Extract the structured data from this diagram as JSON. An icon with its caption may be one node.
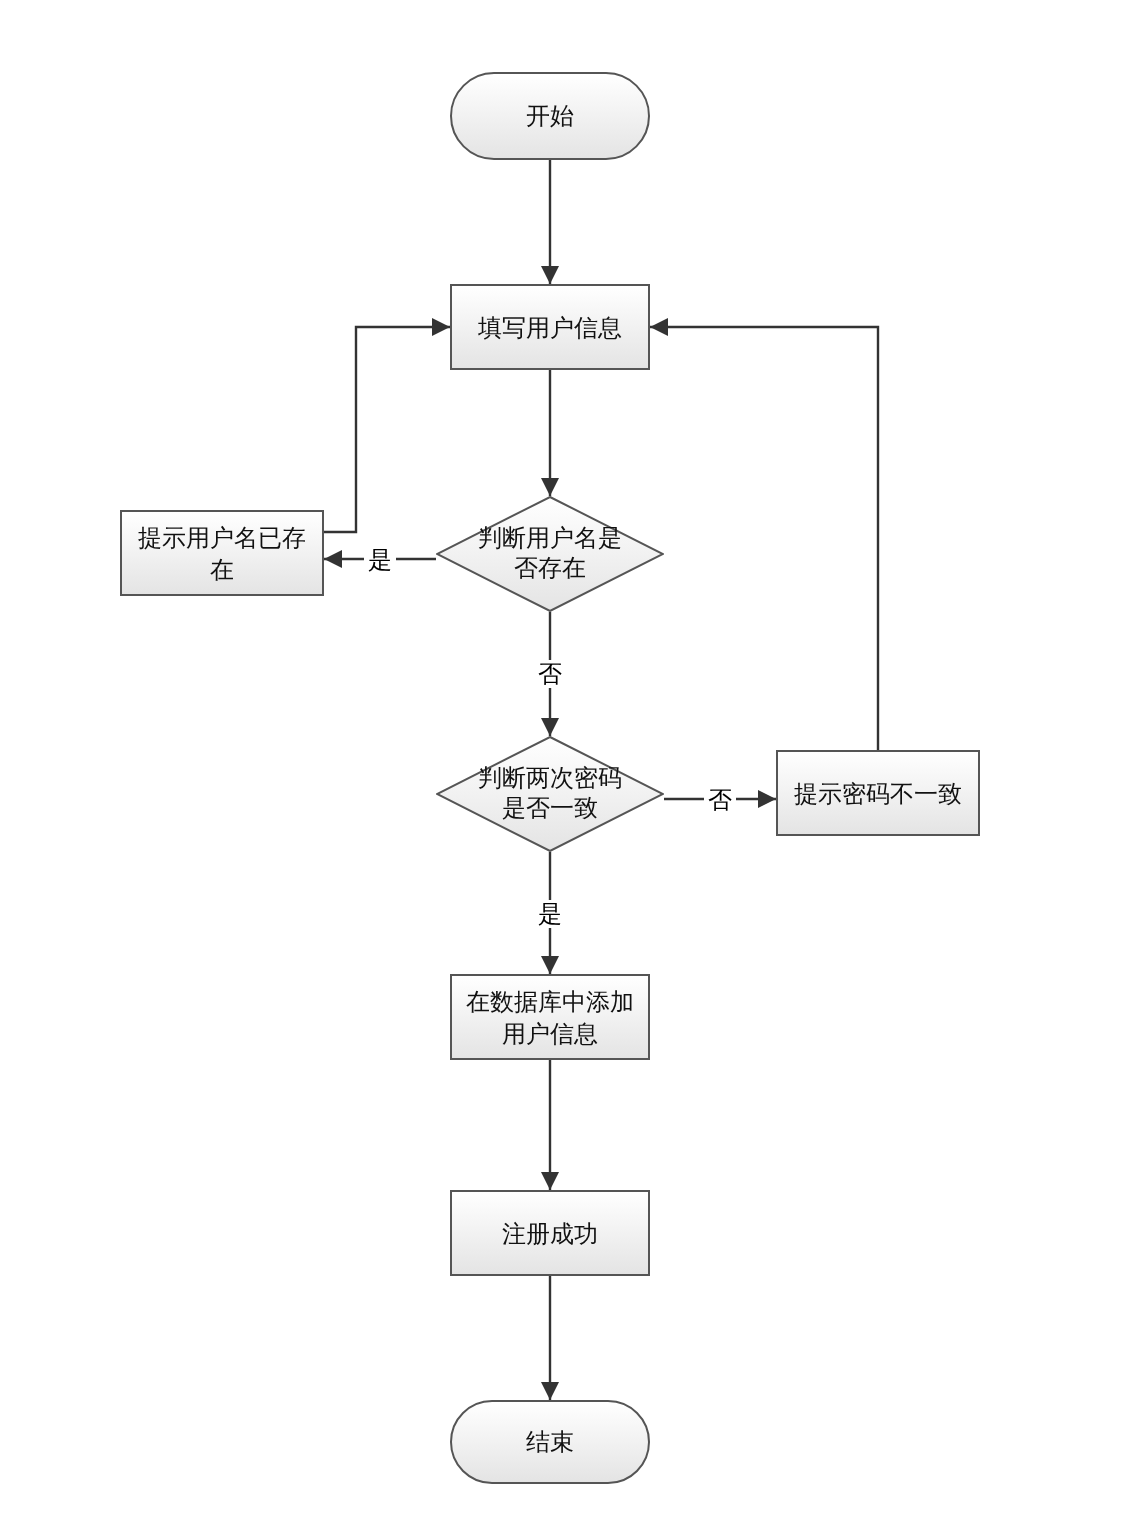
{
  "diagram": {
    "nodes": [
      {
        "text": [
          "开始"
        ]
      },
      {
        "text": [
          "填写用户信息"
        ]
      },
      {
        "text": [
          "判断用户名是否存在"
        ]
      },
      {
        "text": [
          "提示用户名已存在"
        ]
      },
      {
        "text": [
          "判断两次密码是否一致"
        ]
      },
      {
        "text": [
          "提示密码不一致"
        ]
      },
      {
        "text": [
          "在数据库中添加用户信息"
        ]
      },
      {
        "text": [
          "注册成功"
        ]
      },
      {
        "text": [
          "结束"
        ]
      }
    ],
    "edges": [
      {
        "from": 0,
        "to": 1,
        "arrow": "to"
      },
      {
        "from": 1,
        "to": 2,
        "arrow": "to"
      },
      {
        "from": 2,
        "to": 3,
        "arrow": "to",
        "label": "是"
      },
      {
        "from": 3,
        "to": 1,
        "arrow": "to"
      },
      {
        "from": 2,
        "to": 4,
        "arrow": "to",
        "label": "否"
      },
      {
        "from": 4,
        "to": 5,
        "arrow": "to",
        "label": "否"
      },
      {
        "from": 5,
        "to": 1,
        "arrow": "to"
      },
      {
        "from": 4,
        "to": 6,
        "arrow": "to",
        "label": "是"
      },
      {
        "from": 6,
        "to": 7,
        "arrow": "to"
      },
      {
        "from": 7,
        "to": 8,
        "arrow": "to"
      }
    ]
  }
}
